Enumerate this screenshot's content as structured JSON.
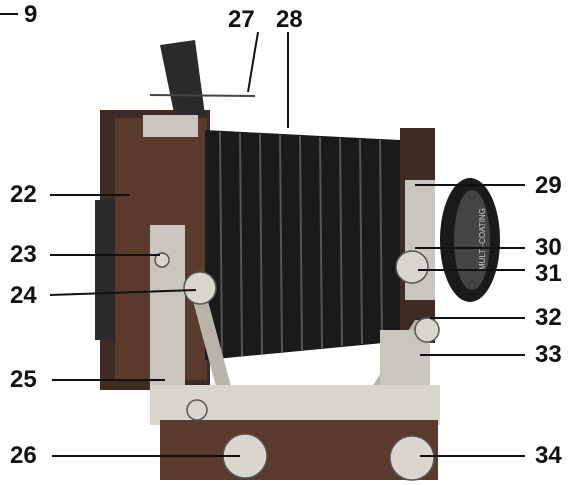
{
  "diagram": {
    "callouts": [
      {
        "id": "9",
        "label": "9"
      },
      {
        "id": "27",
        "label": "27"
      },
      {
        "id": "28",
        "label": "28"
      },
      {
        "id": "22",
        "label": "22"
      },
      {
        "id": "23",
        "label": "23"
      },
      {
        "id": "24",
        "label": "24"
      },
      {
        "id": "25",
        "label": "25"
      },
      {
        "id": "26",
        "label": "26"
      },
      {
        "id": "29",
        "label": "29"
      },
      {
        "id": "30",
        "label": "30"
      },
      {
        "id": "31",
        "label": "31"
      },
      {
        "id": "32",
        "label": "32"
      },
      {
        "id": "33",
        "label": "33"
      },
      {
        "id": "34",
        "label": "34"
      }
    ],
    "lens_text": "MULTI-COATING"
  },
  "colors": {
    "text": "#111111",
    "line": "#111111",
    "wood": "#5a3a2a",
    "metal": "#c9c6bd",
    "bellows": "#1a1a1a"
  }
}
